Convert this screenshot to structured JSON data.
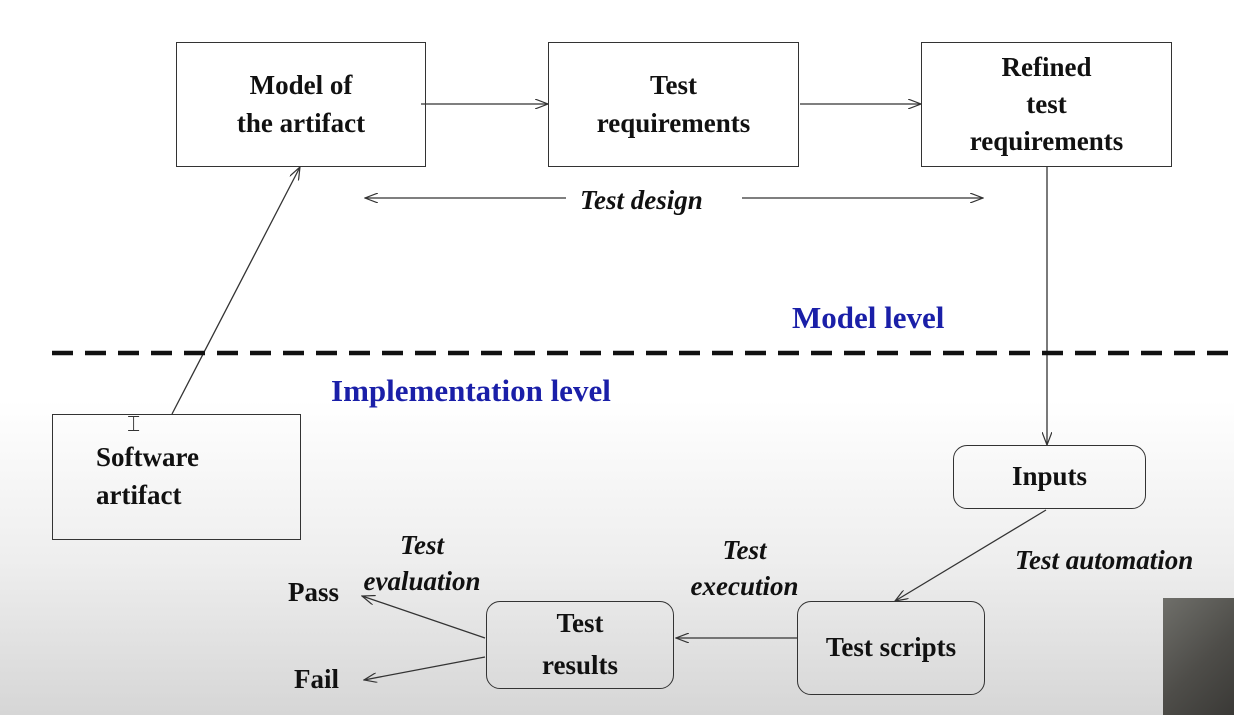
{
  "nodes": {
    "model_artifact": "Model of\nthe artifact",
    "test_requirements": "Test\nrequirements",
    "refined_requirements": "Refined\ntest\nrequirements",
    "software_artifact": "Software\nartifact",
    "inputs": "Inputs",
    "test_scripts": "Test scripts",
    "test_results": "Test\nresults"
  },
  "labels": {
    "test_design": "Test design",
    "model_level": "Model level",
    "implementation_level": "Implementation level",
    "test_automation": "Test automation",
    "test_execution": "Test\nexecution",
    "test_evaluation": "Test\nevaluation",
    "pass": "Pass",
    "fail": "Fail"
  },
  "colors": {
    "level_text": "#1a1fa8"
  },
  "icons": {
    "cursor": "text-cursor-icon"
  }
}
